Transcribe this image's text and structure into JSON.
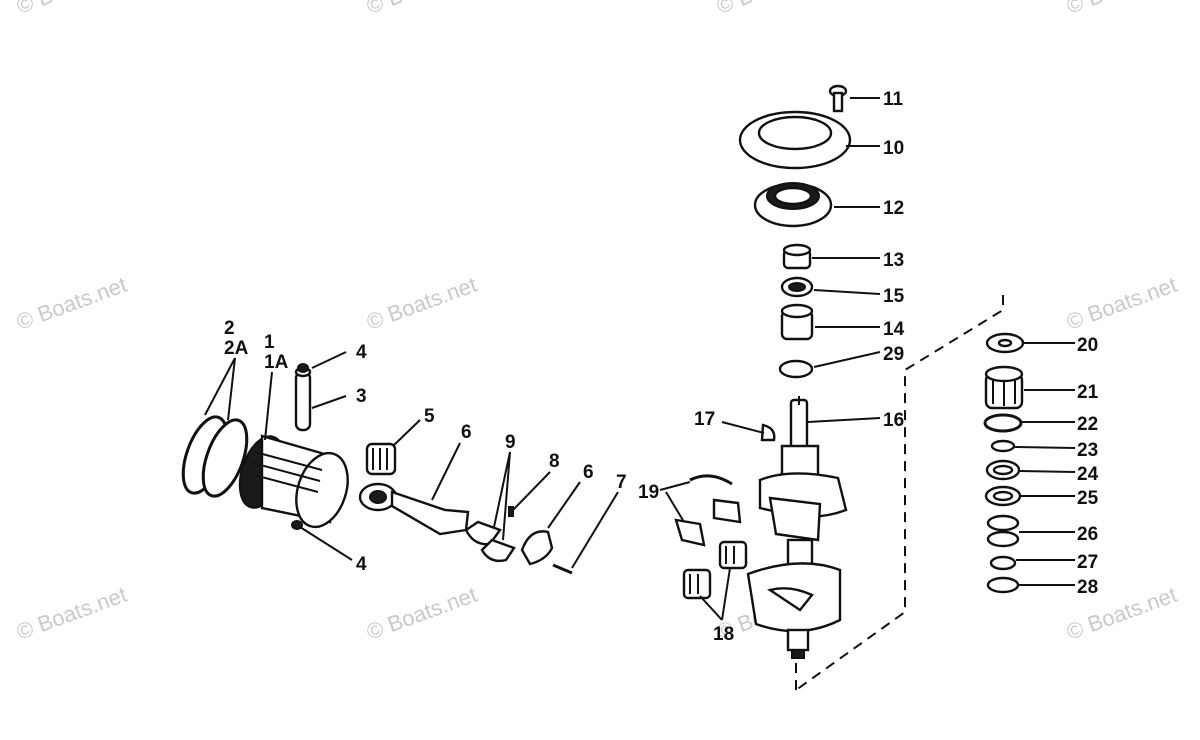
{
  "watermark": "© Boats.net",
  "colors": {
    "ink": "#111111",
    "watermark": "#c9c9c9",
    "background": "#ffffff"
  },
  "labels": {
    "l1": "1",
    "l1a": "1A",
    "l2": "2",
    "l2a": "2A",
    "l3": "3",
    "l4a": "4",
    "l4b": "4",
    "l5": "5",
    "l6a": "6",
    "l6b": "6",
    "l7": "7",
    "l8": "8",
    "l9": "9",
    "l10": "10",
    "l11": "11",
    "l12": "12",
    "l13": "13",
    "l14": "14",
    "l15": "15",
    "l16": "16",
    "l17": "17",
    "l18": "18",
    "l19": "19",
    "l20": "20",
    "l21": "21",
    "l22": "22",
    "l23": "23",
    "l24": "24",
    "l25": "25",
    "l26": "26",
    "l27": "27",
    "l28": "28",
    "l29": "29"
  }
}
